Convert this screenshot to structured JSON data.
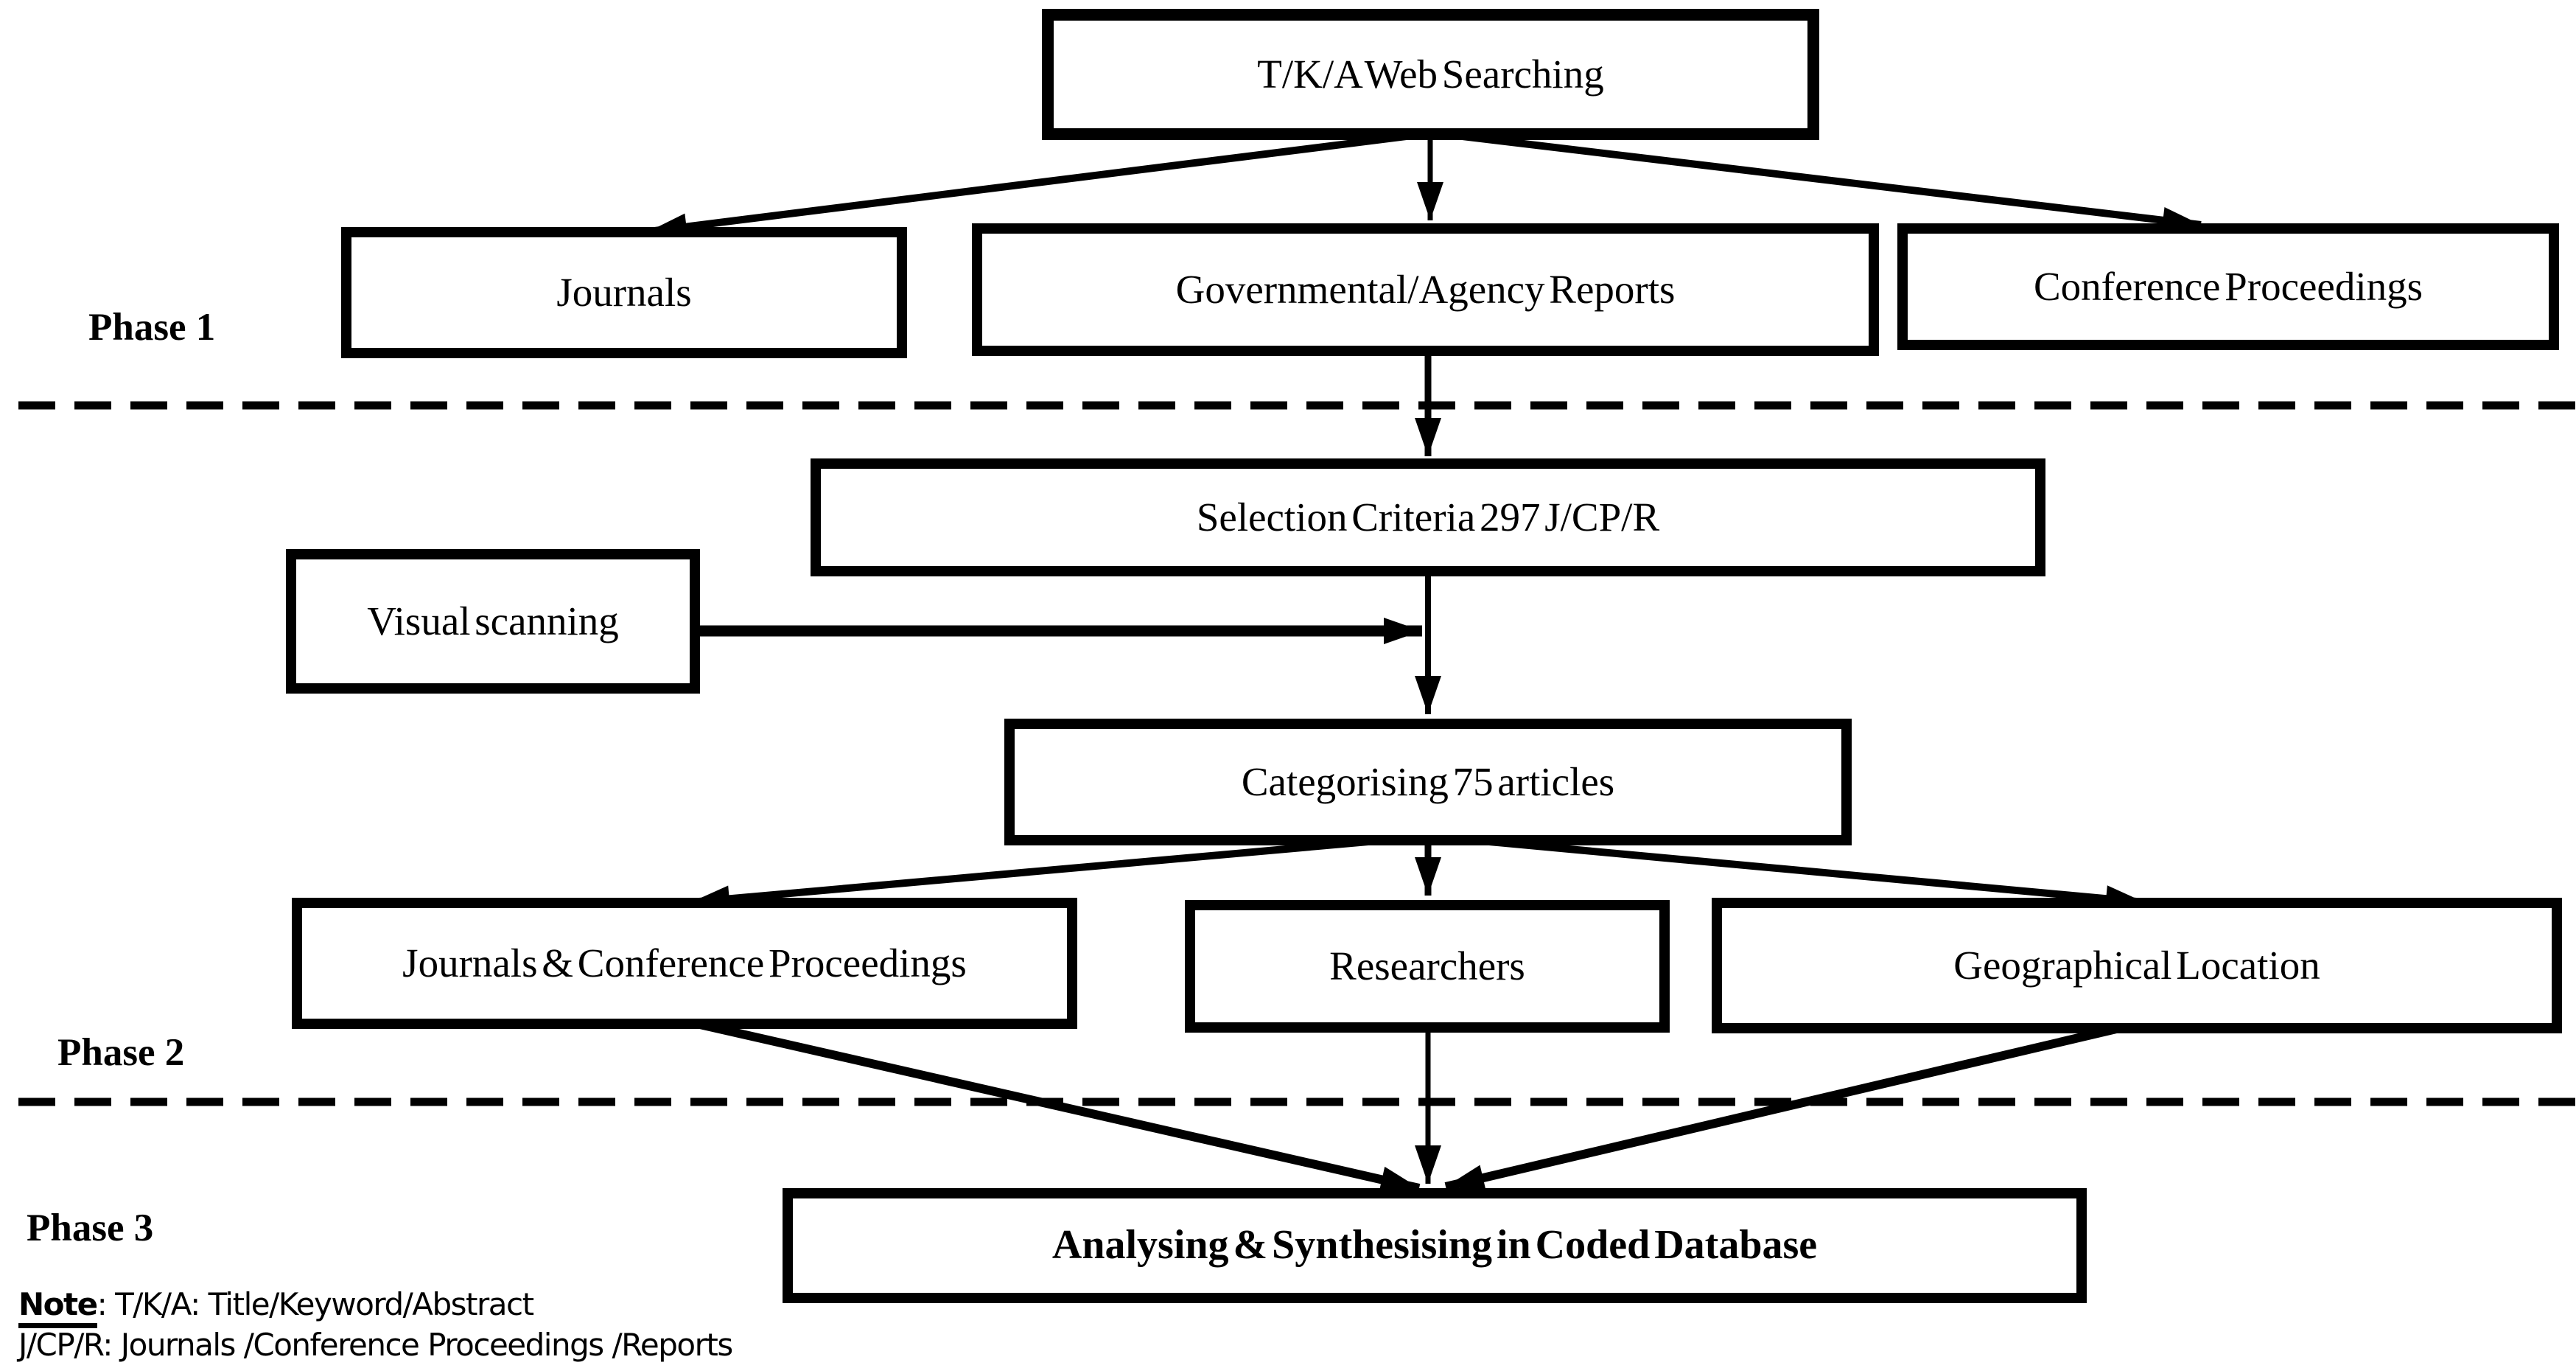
{
  "page": {
    "background_color": "#ffffff"
  },
  "diagram": {
    "colors": {
      "line": "#000000",
      "box_border": "#000000",
      "box_fill": "#ffffff",
      "text": "#000000"
    },
    "boxes": {
      "tka": {
        "label": "T/K/A Web Searching"
      },
      "journals": {
        "label": "Journals"
      },
      "gov_reports": {
        "label": "Governmental/Agency Reports"
      },
      "conference": {
        "label": "Conference Proceedings"
      },
      "selection": {
        "label": "Selection Criteria 297 J/CP/R"
      },
      "visual_scanning": {
        "label": "Visual scanning"
      },
      "categorising": {
        "label": "Categorising 75 articles"
      },
      "journals_conference": {
        "label": "Journals & Conference Proceedings"
      },
      "researchers": {
        "label": "Researchers"
      },
      "geographical": {
        "label": "Geographical Location"
      },
      "analysing": {
        "label": "Analysing & Synthesising in Coded Database"
      }
    },
    "phases": {
      "phase1": "Phase 1",
      "phase2": "Phase 2",
      "phase3": "Phase 3"
    },
    "note": {
      "label": "Note",
      "line1_rest": ": T/K/A: Title/Keyword/Abstract",
      "line2": "J/CP/R: Journals /Conference Proceedings /Reports"
    }
  }
}
